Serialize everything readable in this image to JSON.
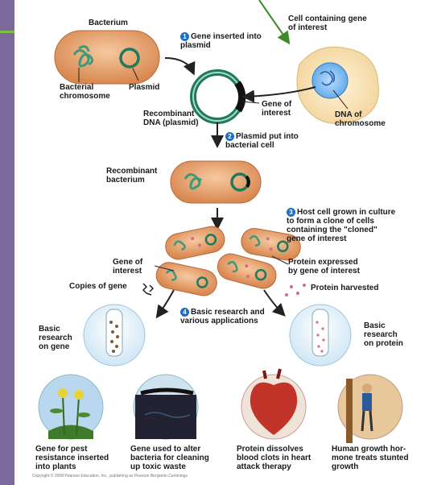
{
  "labels": {
    "bacterium": "Bacterium",
    "bacterial_chromosome": "Bacterial\nchromosome",
    "plasmid": "Plasmid",
    "cell_gene": "Cell containing gene\nof interest",
    "step1": "Gene inserted into\nplasmid",
    "step1_num": "1",
    "gene_of_interest_top": "Gene of\ninterest",
    "dna_chromosome": "DNA of\nchromosome",
    "recombinant_dna": "Recombinant\nDNA (plasmid)",
    "step2": "Plasmid put into\nbacterial cell",
    "step2_num": "2",
    "recombinant_bacterium": "Recombinant\nbacterium",
    "step3": "Host cell grown in culture\nto form a clone of cells\ncontaining the \"cloned\"\ngene of interest",
    "step3_num": "3",
    "gene_of_interest_mid": "Gene of\ninterest",
    "protein_expressed": "Protein expressed\nby gene of interest",
    "copies_of_gene": "Copies of gene",
    "protein_harvested": "Protein harvested",
    "step4": "Basic research and\nvarious applications",
    "step4_num": "4",
    "basic_research_gene": "Basic\nresearch\non gene",
    "basic_research_protein": "Basic\nresearch\non protein"
  },
  "captions": [
    "Gene for pest\nresistance inserted\ninto plants",
    "Gene used to alter\nbacteria for cleaning\nup toxic waste",
    "Protein dissolves\nblood clots in heart\nattack therapy",
    "Human growth hor-\nmone treats stunted\ngrowth"
  ],
  "copyright": "Copyright © 2008 Pearson Education, Inc., publishing as Pearson Benjamin Cummings",
  "colors": {
    "bacterium_fill": "#e9a06b",
    "chromosome": "#3a9a7a",
    "plasmid_ring": "#1f7a5c",
    "step_badge": "#1e6fc4",
    "sidebar": "#7d6a9c",
    "accent_green": "#7fbf3f"
  }
}
